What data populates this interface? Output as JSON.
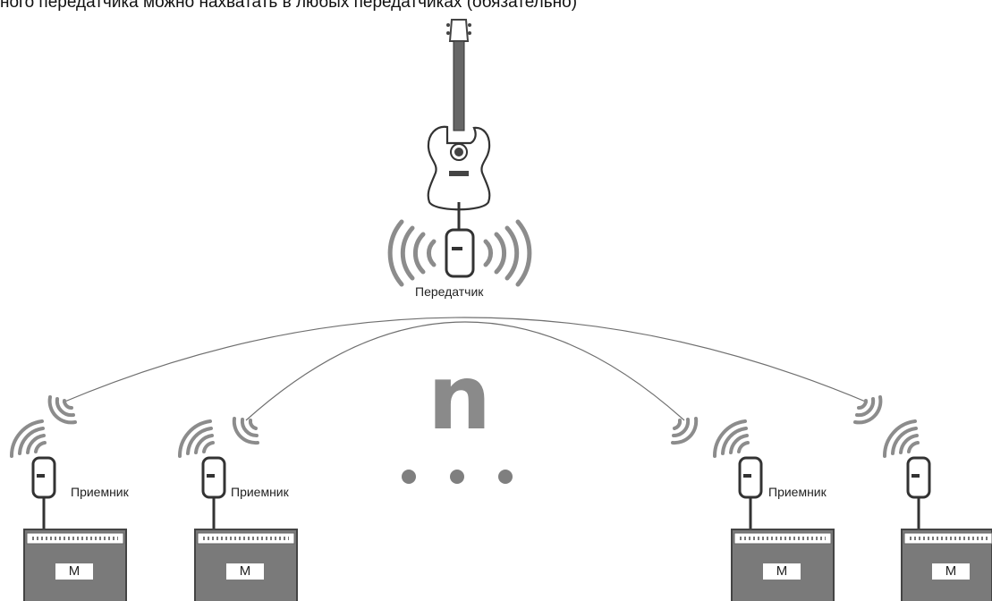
{
  "top_caption": "ного передатчика можно нахватать в любых передатчиках (обязательно)",
  "transmitter": {
    "label": "Передатчик"
  },
  "multiplier": {
    "letter": "n"
  },
  "receivers": [
    {
      "label": "Приемник",
      "amp_badge": "M"
    },
    {
      "label": "Приемник",
      "amp_badge": "M"
    },
    {
      "label": "Приемник",
      "amp_badge": "M"
    },
    {
      "label": "",
      "amp_badge": "M"
    }
  ],
  "colors": {
    "line": "#6f6f6f",
    "device": "#444444",
    "signal": "#8c8c8c",
    "amp_fill": "#7a7a7a",
    "dots": "#7f7f7f"
  }
}
